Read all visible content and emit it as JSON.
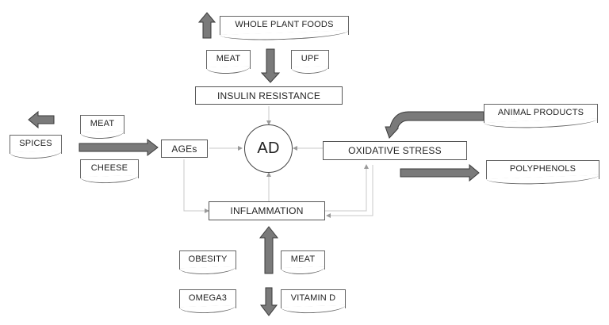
{
  "center": {
    "label": "AD"
  },
  "mechanisms": {
    "insulin_resistance": "INSULIN RESISTANCE",
    "ages": "AGEs",
    "oxidative_stress": "OXIDATIVE STRESS",
    "inflammation": "INFLAMMATION"
  },
  "factors": {
    "whole_plant_foods": "WHOLE PLANT FOODS",
    "meat_insulin": "MEAT",
    "upf": "UPF",
    "spices": "SPICES",
    "meat_ages": "MEAT",
    "cheese": "CHEESE",
    "animal_products": "ANIMAL PRODUCTS",
    "polyphenols": "POLYPHENOLS",
    "obesity": "OBESITY",
    "meat_inflammation": "MEAT",
    "omega3": "OMEGA3",
    "vitamin_d": "VITAMIN D"
  },
  "colors": {
    "arrow_fill": "#7a7a7a",
    "arrow_stroke": "#3a3a3a",
    "connector": "#c8c8c8"
  }
}
